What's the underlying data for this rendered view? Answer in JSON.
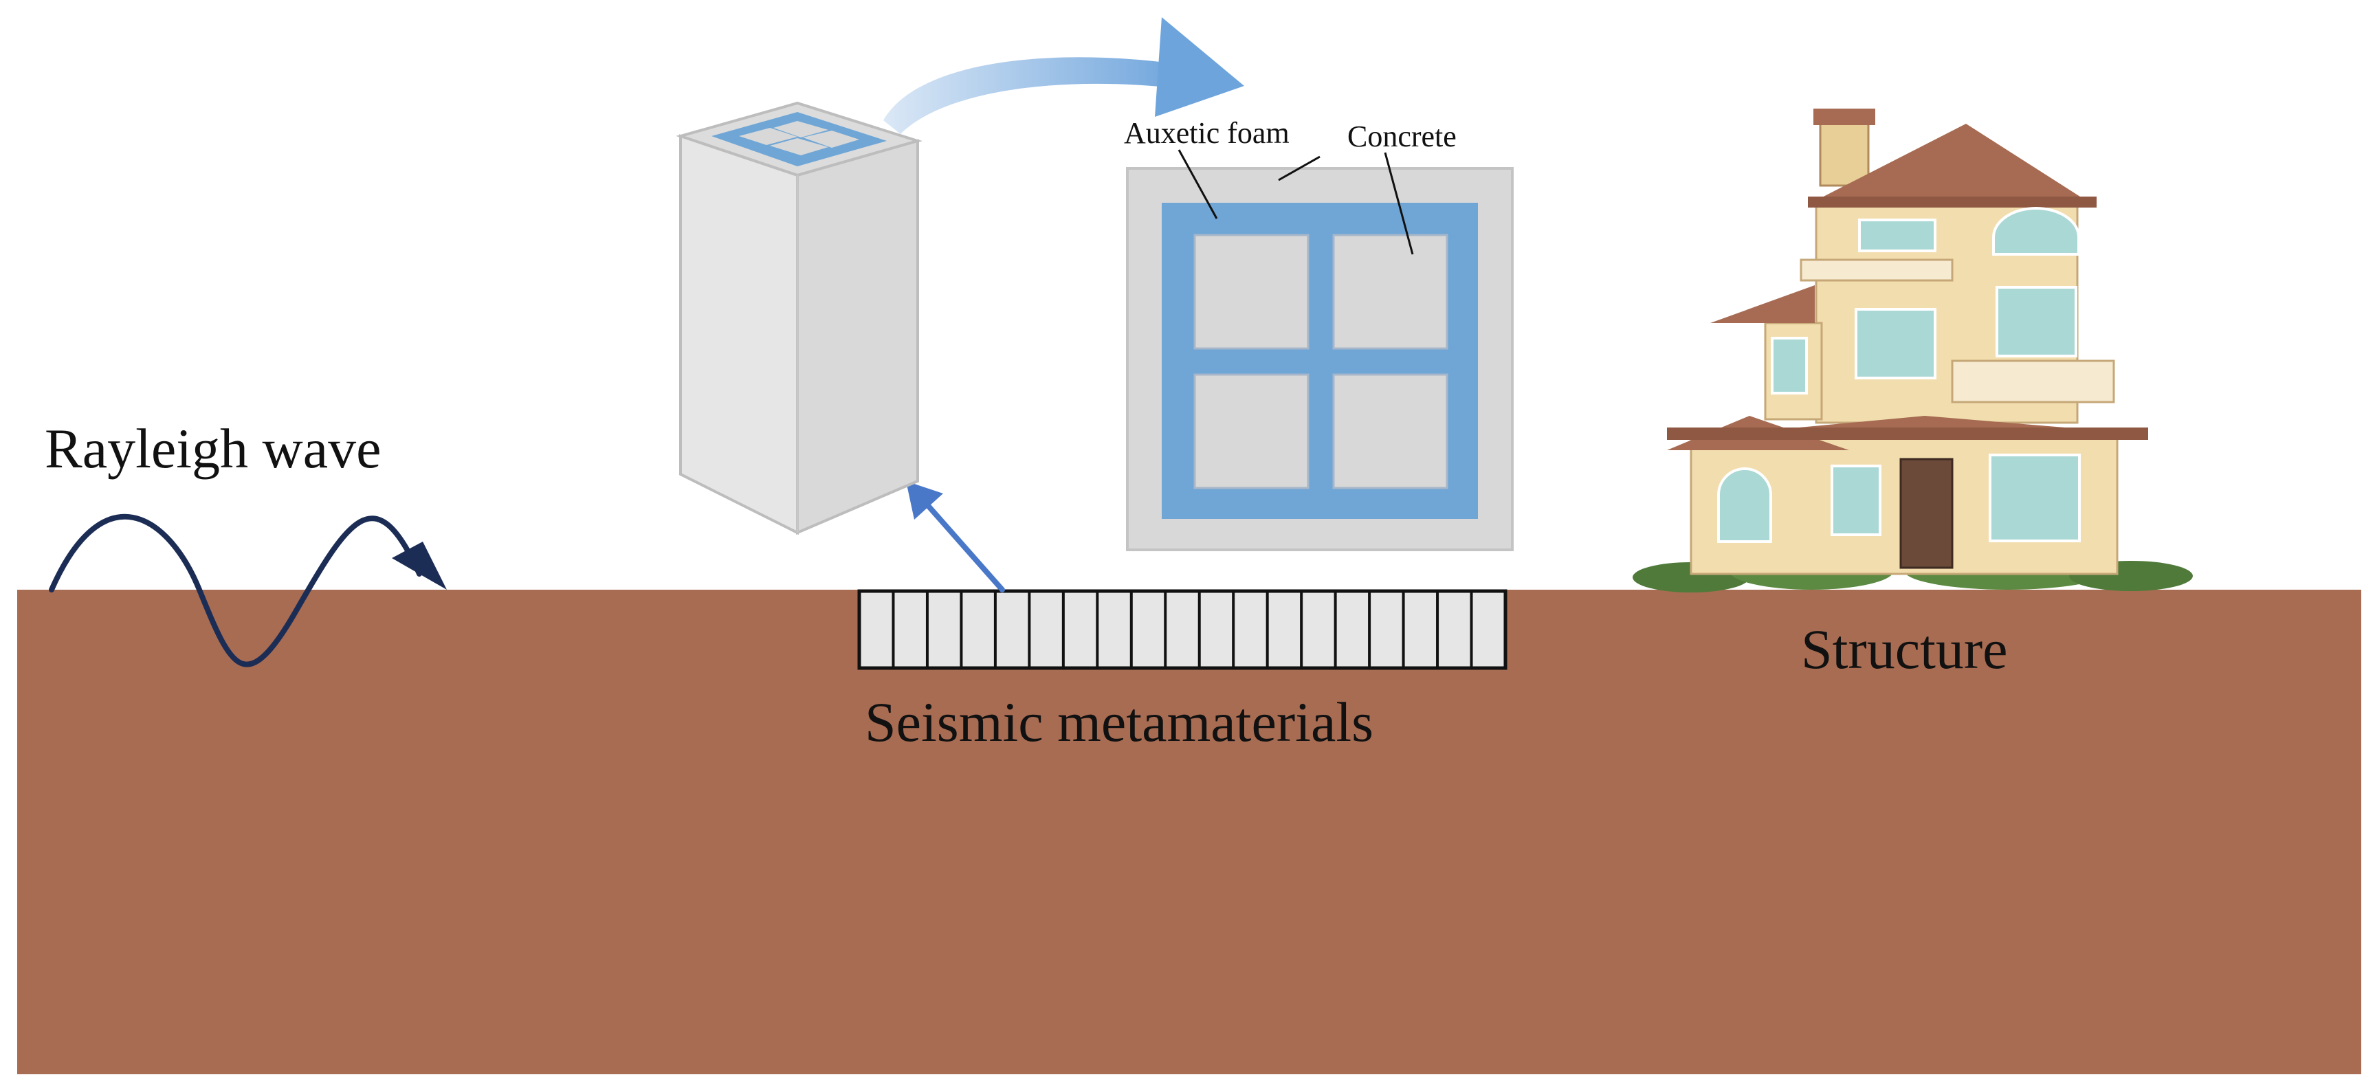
{
  "labels": {
    "rayleigh_wave": "Rayleigh wave",
    "seismic_metamaterials": "Seismic metamaterials",
    "structure": "Structure",
    "auxetic_foam": "Auxetic foam",
    "concrete": "Concrete"
  },
  "colors": {
    "ground": "#a86c53",
    "wave": "#1c2d55",
    "foam": "#6fa6d6",
    "concrete": "#d8d8d8",
    "concrete_edge": "#c4c4c4",
    "pillar": "#e2e2e2",
    "arrow_blue": "#4a78c8",
    "house_wall": "#f2ddae",
    "house_roof": "#a66b52",
    "house_window": "#a9d8d5"
  },
  "icons": {
    "wave": "rayleigh-wave-icon",
    "pillar": "metamaterial-pillar-icon",
    "house": "house-icon"
  }
}
